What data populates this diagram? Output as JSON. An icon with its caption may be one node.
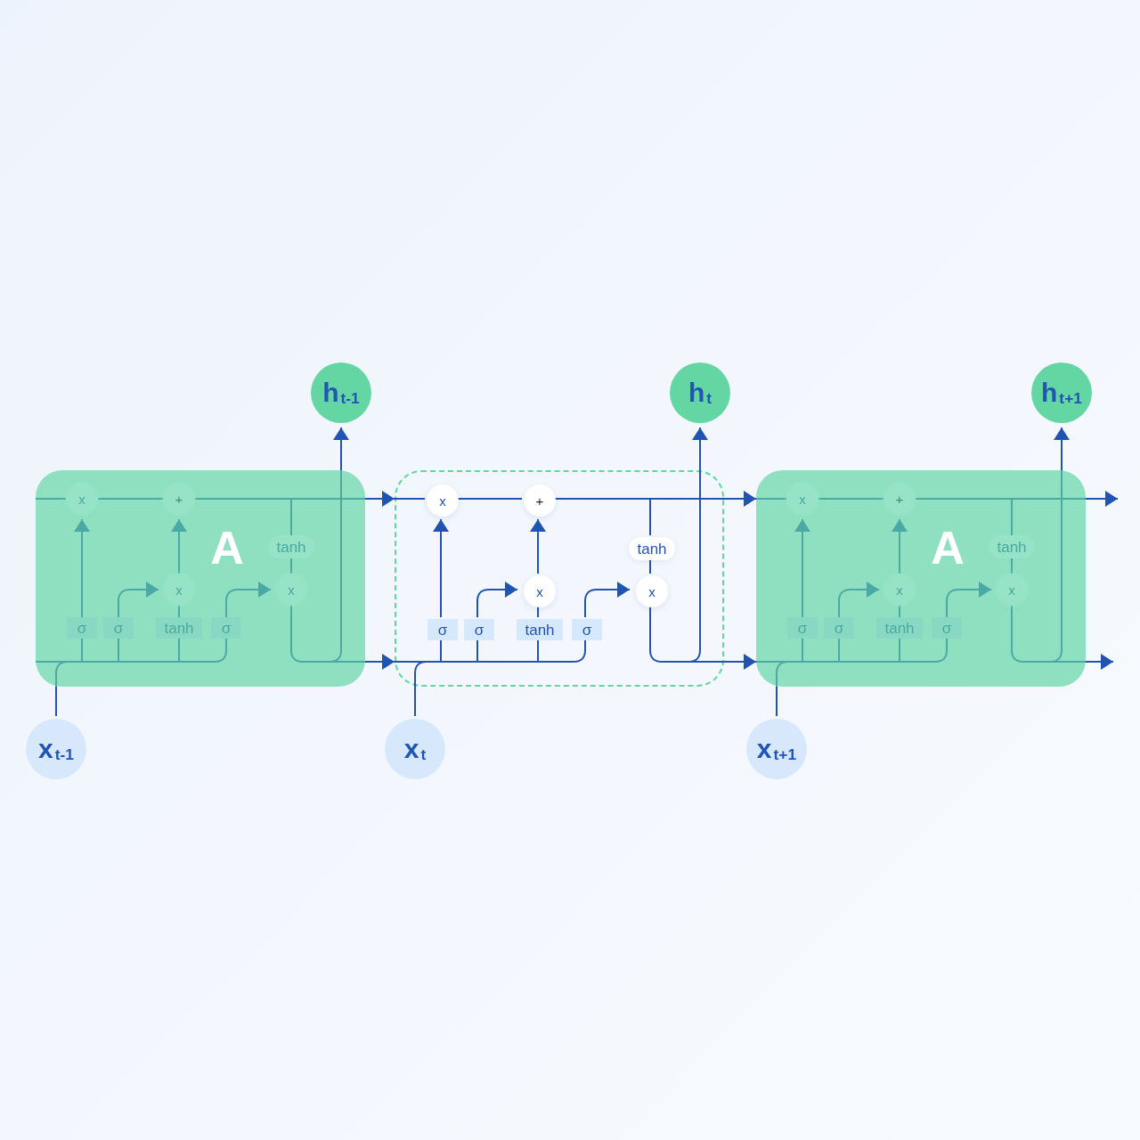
{
  "diagram": {
    "nodes": [
      {
        "text": [
          "h$_{t-1}$"
        ]
      },
      {
        "text": [
          "h$_{t}$"
        ]
      },
      {
        "text": [
          "h$_{t+1}$"
        ]
      },
      {
        "text": [
          "A"
        ]
      },
      {
        "text": [
          "x"
        ],
        "in": 3
      },
      {
        "text": [
          "+"
        ],
        "in": 3
      },
      {
        "text": [
          "tanh"
        ],
        "in": 3
      },
      {
        "text": [
          "x"
        ],
        "in": 3
      },
      {
        "text": [
          "x"
        ],
        "in": 3
      },
      {
        "text": [
          "σ"
        ],
        "in": 3
      },
      {
        "text": [
          "σ"
        ],
        "in": 3
      },
      {
        "text": [
          "tanh"
        ],
        "in": 3
      },
      {
        "text": [
          "σ"
        ],
        "in": 3
      },
      {
        "text": [],
        "shape": "box"
      },
      {
        "text": [
          "x"
        ],
        "in": 13
      },
      {
        "text": [
          "+"
        ],
        "in": 13
      },
      {
        "text": [
          "tanh"
        ],
        "in": 13
      },
      {
        "text": [
          "x"
        ],
        "in": 13
      },
      {
        "text": [
          "x"
        ],
        "in": 13
      },
      {
        "text": [
          "σ"
        ],
        "in": 13
      },
      {
        "text": [
          "σ"
        ],
        "in": 13
      },
      {
        "text": [
          "tanh"
        ],
        "in": 13
      },
      {
        "text": [
          "σ"
        ],
        "in": 13
      },
      {
        "text": [
          "A"
        ]
      },
      {
        "text": [
          "x"
        ],
        "in": 23
      },
      {
        "text": [
          "+"
        ],
        "in": 23
      },
      {
        "text": [
          "tanh"
        ],
        "in": 23
      },
      {
        "text": [
          "x"
        ],
        "in": 23
      },
      {
        "text": [
          "x"
        ],
        "in": 23
      },
      {
        "text": [
          "σ"
        ],
        "in": 23
      },
      {
        "text": [
          "σ"
        ],
        "in": 23
      },
      {
        "text": [
          "tanh"
        ],
        "in": 23
      },
      {
        "text": [
          "σ"
        ],
        "in": 23
      },
      {
        "text": [
          "x$_{t-1}$"
        ]
      },
      {
        "text": [
          "x$_{t}$"
        ]
      },
      {
        "text": [
          "x$_{t+1}$"
        ]
      }
    ],
    "edges": [
      {
        "from": 3,
        "to": 4,
        "arrow": "none"
      },
      {
        "from": 4,
        "to": 5,
        "arrow": "none"
      },
      {
        "from": 5,
        "to": 13,
        "arrow": "to"
      },
      {
        "from": 5,
        "to": 6,
        "arrow": "none"
      },
      {
        "from": 6,
        "to": 8,
        "arrow": "none"
      },
      {
        "from": 9,
        "to": 4,
        "arrow": "to"
      },
      {
        "from": 10,
        "to": 7,
        "arrow": "to"
      },
      {
        "from": 11,
        "to": 7,
        "arrow": "none"
      },
      {
        "from": 7,
        "to": 5,
        "arrow": "to"
      },
      {
        "from": 12,
        "to": 8,
        "arrow": "to"
      },
      {
        "from": 33,
        "to": 9,
        "arrow": "none"
      },
      {
        "from": 33,
        "to": 10,
        "arrow": "none"
      },
      {
        "from": 33,
        "to": 11,
        "arrow": "none"
      },
      {
        "from": 33,
        "to": 12,
        "arrow": "none"
      },
      {
        "from": 3,
        "to": 9,
        "arrow": "none"
      },
      {
        "from": 3,
        "to": 10,
        "arrow": "none"
      },
      {
        "from": 3,
        "to": 11,
        "arrow": "none"
      },
      {
        "from": 3,
        "to": 12,
        "arrow": "none"
      },
      {
        "from": 8,
        "to": 13,
        "arrow": "to"
      },
      {
        "from": 8,
        "to": 0,
        "arrow": "to"
      },
      {
        "from": 13,
        "to": 14,
        "arrow": "none"
      },
      {
        "from": 14,
        "to": 15,
        "arrow": "none"
      },
      {
        "from": 15,
        "to": 23,
        "arrow": "to"
      },
      {
        "from": 15,
        "to": 16,
        "arrow": "none"
      },
      {
        "from": 16,
        "to": 18,
        "arrow": "none"
      },
      {
        "from": 19,
        "to": 14,
        "arrow": "to"
      },
      {
        "from": 20,
        "to": 17,
        "arrow": "to"
      },
      {
        "from": 21,
        "to": 17,
        "arrow": "none"
      },
      {
        "from": 17,
        "to": 15,
        "arrow": "to"
      },
      {
        "from": 22,
        "to": 18,
        "arrow": "to"
      },
      {
        "from": 34,
        "to": 19,
        "arrow": "none"
      },
      {
        "from": 34,
        "to": 20,
        "arrow": "none"
      },
      {
        "from": 34,
        "to": 21,
        "arrow": "none"
      },
      {
        "from": 34,
        "to": 22,
        "arrow": "none"
      },
      {
        "from": 13,
        "to": 19,
        "arrow": "none"
      },
      {
        "from": 13,
        "to": 20,
        "arrow": "none"
      },
      {
        "from": 13,
        "to": 21,
        "arrow": "none"
      },
      {
        "from": 13,
        "to": 22,
        "arrow": "none"
      },
      {
        "from": 18,
        "to": 23,
        "arrow": "to"
      },
      {
        "from": 18,
        "to": 1,
        "arrow": "to"
      },
      {
        "from": 23,
        "to": 24,
        "arrow": "none"
      },
      {
        "from": 24,
        "to": 25,
        "arrow": "none"
      },
      {
        "from": 25,
        "to": null,
        "arrow": "to"
      },
      {
        "from": 25,
        "to": 26,
        "arrow": "none"
      },
      {
        "from": 26,
        "to": 28,
        "arrow": "none"
      },
      {
        "from": 29,
        "to": 24,
        "arrow": "to"
      },
      {
        "from": 30,
        "to": 27,
        "arrow": "to"
      },
      {
        "from": 31,
        "to": 27,
        "arrow": "none"
      },
      {
        "from": 27,
        "to": 25,
        "arrow": "to"
      },
      {
        "from": 32,
        "to": 28,
        "arrow": "to"
      },
      {
        "from": 35,
        "to": 29,
        "arrow": "none"
      },
      {
        "from": 35,
        "to": 30,
        "arrow": "none"
      },
      {
        "from": 35,
        "to": 31,
        "arrow": "none"
      },
      {
        "from": 35,
        "to": 32,
        "arrow": "none"
      },
      {
        "from": 23,
        "to": 29,
        "arrow": "none"
      },
      {
        "from": 23,
        "to": 30,
        "arrow": "none"
      },
      {
        "from": 23,
        "to": 31,
        "arrow": "none"
      },
      {
        "from": 23,
        "to": 32,
        "arrow": "none"
      },
      {
        "from": 28,
        "to": null,
        "arrow": "to"
      },
      {
        "from": 28,
        "to": 2,
        "arrow": "to"
      }
    ]
  }
}
